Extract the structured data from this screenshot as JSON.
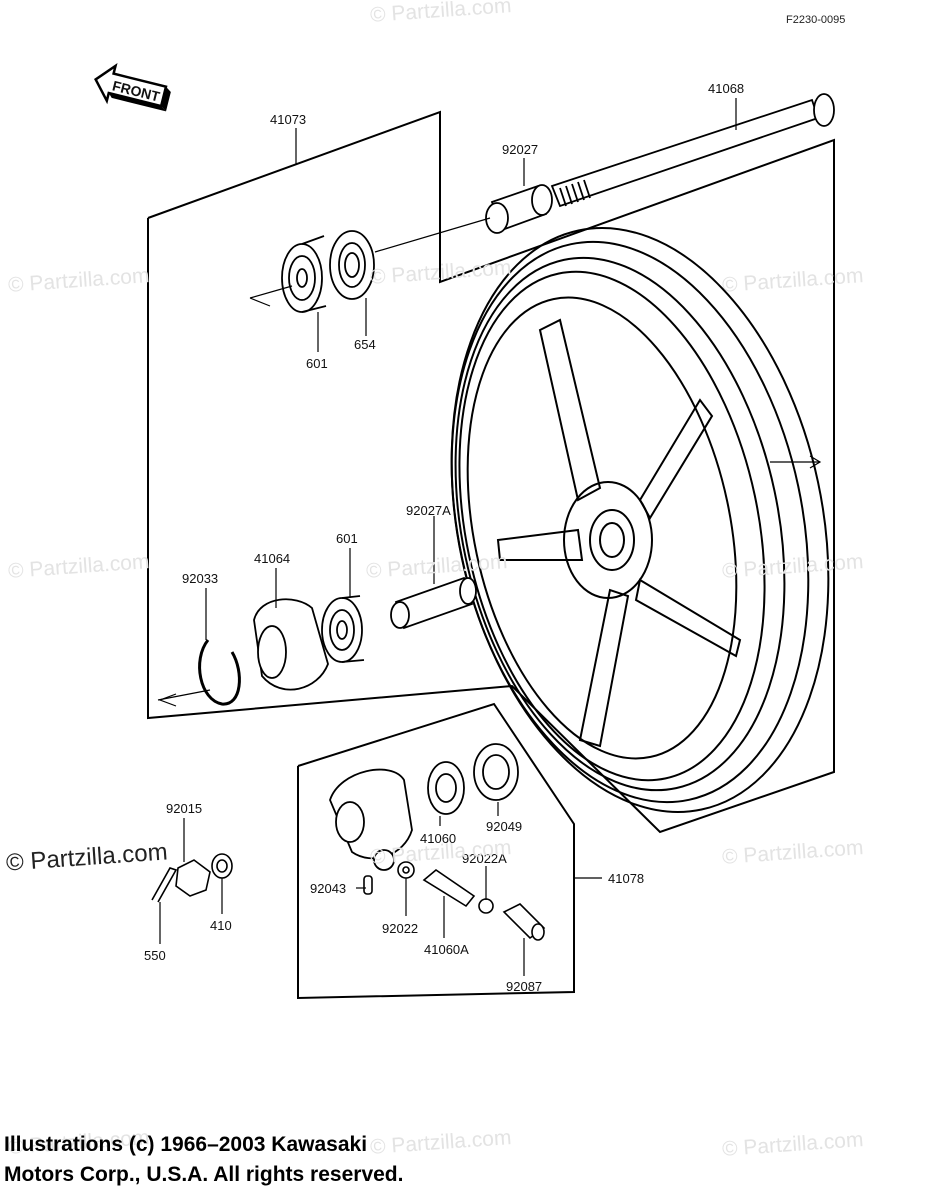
{
  "diagram_code": "F2230-0095",
  "front_label": "FRONT",
  "part_labels": {
    "p41073": "41073",
    "p41068": "41068",
    "p92027": "92027",
    "p601a": "601",
    "p654": "654",
    "p92027A": "92027A",
    "p601b": "601",
    "p41064": "41064",
    "p92033": "92033",
    "p41060": "41060",
    "p92049": "92049",
    "p92015": "92015",
    "p550": "550",
    "p410": "410",
    "p92043": "92043",
    "p92022": "92022",
    "p92022A": "92022A",
    "p41060A": "41060A",
    "p92087": "92087",
    "p41078": "41078"
  },
  "watermarks": {
    "w1": "© Partzilla.com",
    "w2": "© Partzilla.com",
    "w3": "© Partzilla.com",
    "w4": "© Partzilla.com",
    "w5": "© Partzilla.com",
    "w6": "© Partzilla.com",
    "w7": "© Partzilla.com",
    "w8": "© Partzilla.com",
    "w9": "© Partzilla.com",
    "w10": "© Partzilla.com",
    "w11": "© Partzilla.com",
    "w12": "© Partzilla.com",
    "w_strong": "© Partzilla.com"
  },
  "copyright_line1": "Illustrations (c) 1966–2003 Kawasaki",
  "copyright_line2": "Motors Corp., U.S.A.  All rights reserved."
}
